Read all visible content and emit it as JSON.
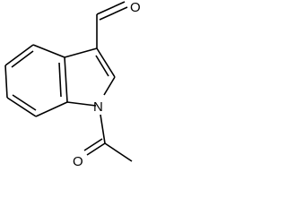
{
  "molecule": {
    "atoms": {
      "ring_nitrogen": "N",
      "aldehyde_oxygen": "O",
      "acetyl_oxygen": "O"
    }
  },
  "colors": {
    "bond": "#000000",
    "background": "#ffffff"
  }
}
